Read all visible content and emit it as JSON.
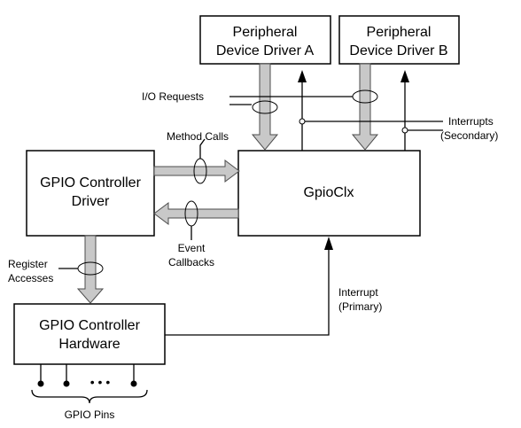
{
  "boxes": {
    "peripheral_a": {
      "line1": "Peripheral",
      "line2": "Device Driver A"
    },
    "peripheral_b": {
      "line1": "Peripheral",
      "line2": "Device Driver B"
    },
    "gpioclx": {
      "line1": "GpioClx"
    },
    "controller_driver": {
      "line1": "GPIO Controller",
      "line2": "Driver"
    },
    "controller_hardware": {
      "line1": "GPIO Controller",
      "line2": "Hardware"
    }
  },
  "labels": {
    "io_requests": "I/O Requests",
    "interrupts_secondary_1": "Interrupts",
    "interrupts_secondary_2": "(Secondary)",
    "method_calls": "Method Calls",
    "event_callbacks_1": "Event",
    "event_callbacks_2": "Callbacks",
    "register_accesses_1": "Register",
    "register_accesses_2": "Accesses",
    "interrupt_primary_1": "Interrupt",
    "interrupt_primary_2": "(Primary)",
    "gpio_pins": "GPIO Pins",
    "pins_ellipsis": "• • •"
  }
}
